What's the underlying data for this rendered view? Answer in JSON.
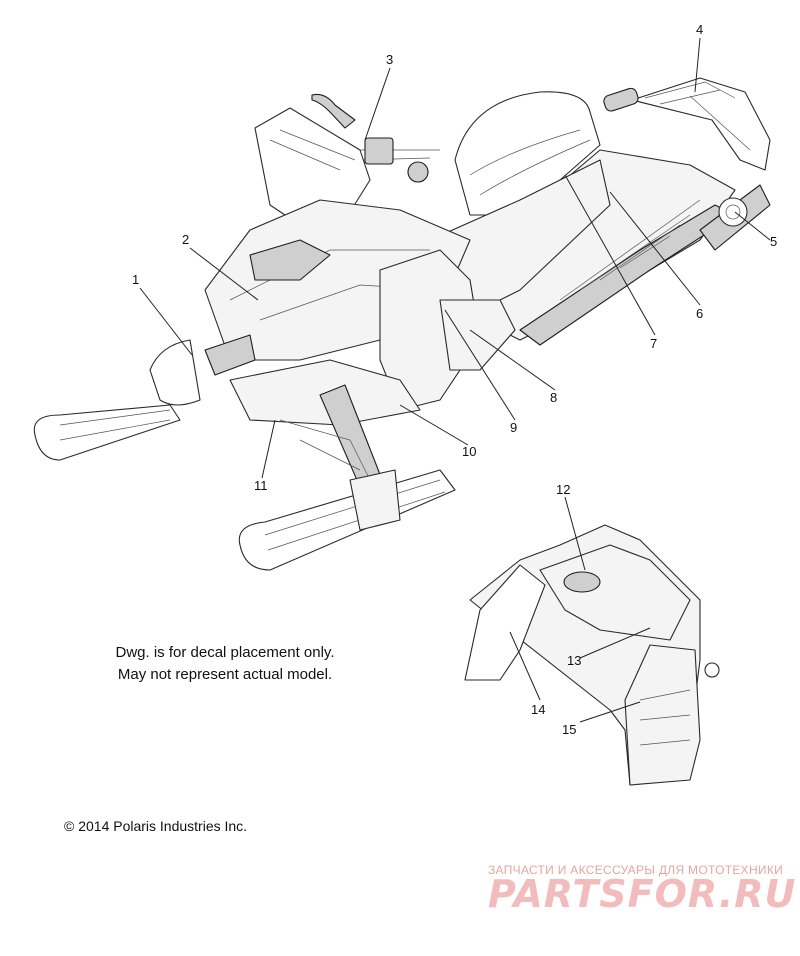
{
  "callouts": [
    {
      "id": "1",
      "label": "1"
    },
    {
      "id": "2",
      "label": "2"
    },
    {
      "id": "3",
      "label": "3"
    },
    {
      "id": "4",
      "label": "4"
    },
    {
      "id": "5",
      "label": "5"
    },
    {
      "id": "6",
      "label": "6"
    },
    {
      "id": "7",
      "label": "7"
    },
    {
      "id": "8",
      "label": "8"
    },
    {
      "id": "9",
      "label": "9"
    },
    {
      "id": "10",
      "label": "10"
    },
    {
      "id": "11",
      "label": "11"
    },
    {
      "id": "12",
      "label": "12"
    },
    {
      "id": "13",
      "label": "13"
    },
    {
      "id": "14",
      "label": "14"
    },
    {
      "id": "15",
      "label": "15"
    }
  ],
  "note": {
    "line1": "Dwg. is for decal placement only.",
    "line2": "May not represent actual model."
  },
  "copyright": "© 2014 Polaris Industries Inc.",
  "watermark": {
    "tagline": "ЗАПЧАСТИ И АКСЕССУАРЫ ДЛЯ МОТОТЕХНИКИ",
    "brand": "PARTSFOR.RU"
  }
}
